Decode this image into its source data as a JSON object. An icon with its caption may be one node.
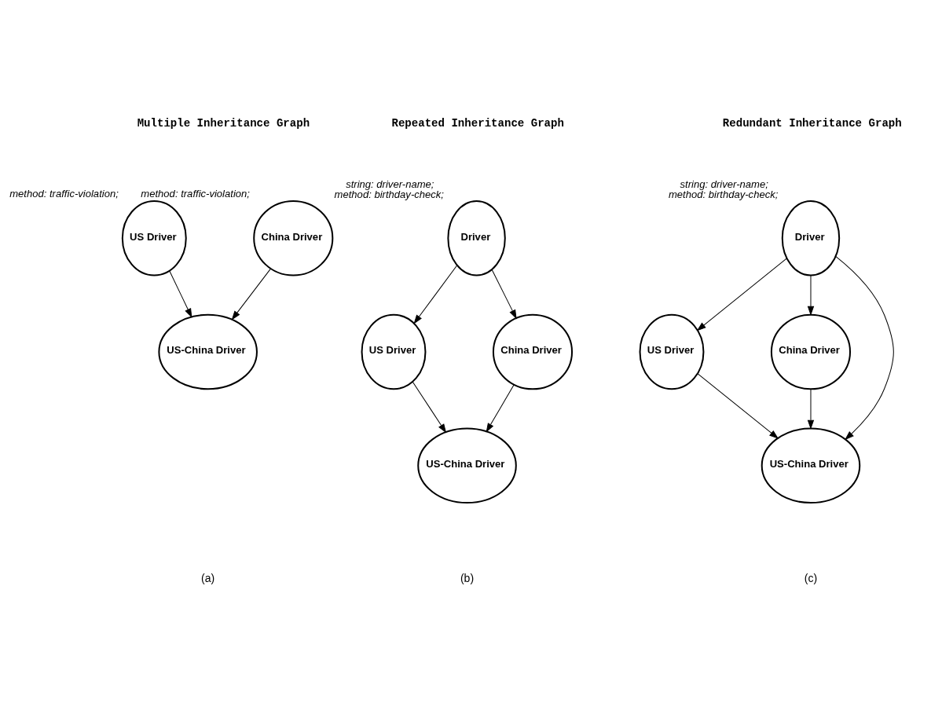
{
  "diagram": {
    "nodes": [
      {
        "text": [
          "US Driver"
        ],
        "beside": [
          "method: traffic-violation;"
        ]
      },
      {
        "text": [
          "China Driver"
        ],
        "beside": [
          "method: traffic-violation;"
        ]
      },
      {
        "text": [
          "US-China Driver"
        ]
      },
      {
        "text": [
          "Driver"
        ],
        "beside": [
          "string: driver-name;",
          "method: birthday-check;"
        ]
      },
      {
        "text": [
          "US Driver"
        ]
      },
      {
        "text": [
          "China Driver"
        ]
      },
      {
        "text": [
          "US-China Driver"
        ]
      },
      {
        "text": [
          "Driver"
        ],
        "beside": [
          "string: driver-name;",
          "method: birthday-check;"
        ]
      },
      {
        "text": [
          "US Driver"
        ]
      },
      {
        "text": [
          "China Driver"
        ]
      },
      {
        "text": [
          "US-China Driver"
        ]
      }
    ],
    "edges": [
      {
        "from": 0,
        "to": 2,
        "arrow": "to"
      },
      {
        "from": 1,
        "to": 2,
        "arrow": "to"
      },
      {
        "from": 3,
        "to": 4,
        "arrow": "to"
      },
      {
        "from": 3,
        "to": 5,
        "arrow": "to"
      },
      {
        "from": 4,
        "to": 6,
        "arrow": "to"
      },
      {
        "from": 5,
        "to": 6,
        "arrow": "to"
      },
      {
        "from": 7,
        "to": 8,
        "arrow": "to"
      },
      {
        "from": 7,
        "to": 9,
        "arrow": "to"
      },
      {
        "from": 7,
        "to": 10,
        "arrow": "to"
      },
      {
        "from": 8,
        "to": 10,
        "arrow": "to"
      },
      {
        "from": 9,
        "to": 10,
        "arrow": "to"
      }
    ],
    "labels": [
      "Multiple Inheritance Graph",
      "Repeated Inheritance Graph",
      "Redundant Inheritance Graph",
      "(a)",
      "(b)",
      "(c)"
    ]
  }
}
